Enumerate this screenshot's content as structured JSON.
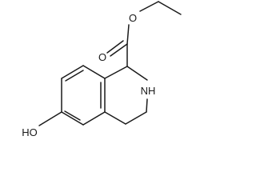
{
  "molecule": {
    "atom_labels": {
      "carbonyl_oxygen": "O",
      "ester_oxygen": "O",
      "amine": "NH",
      "hydroxyl": "HO"
    }
  }
}
